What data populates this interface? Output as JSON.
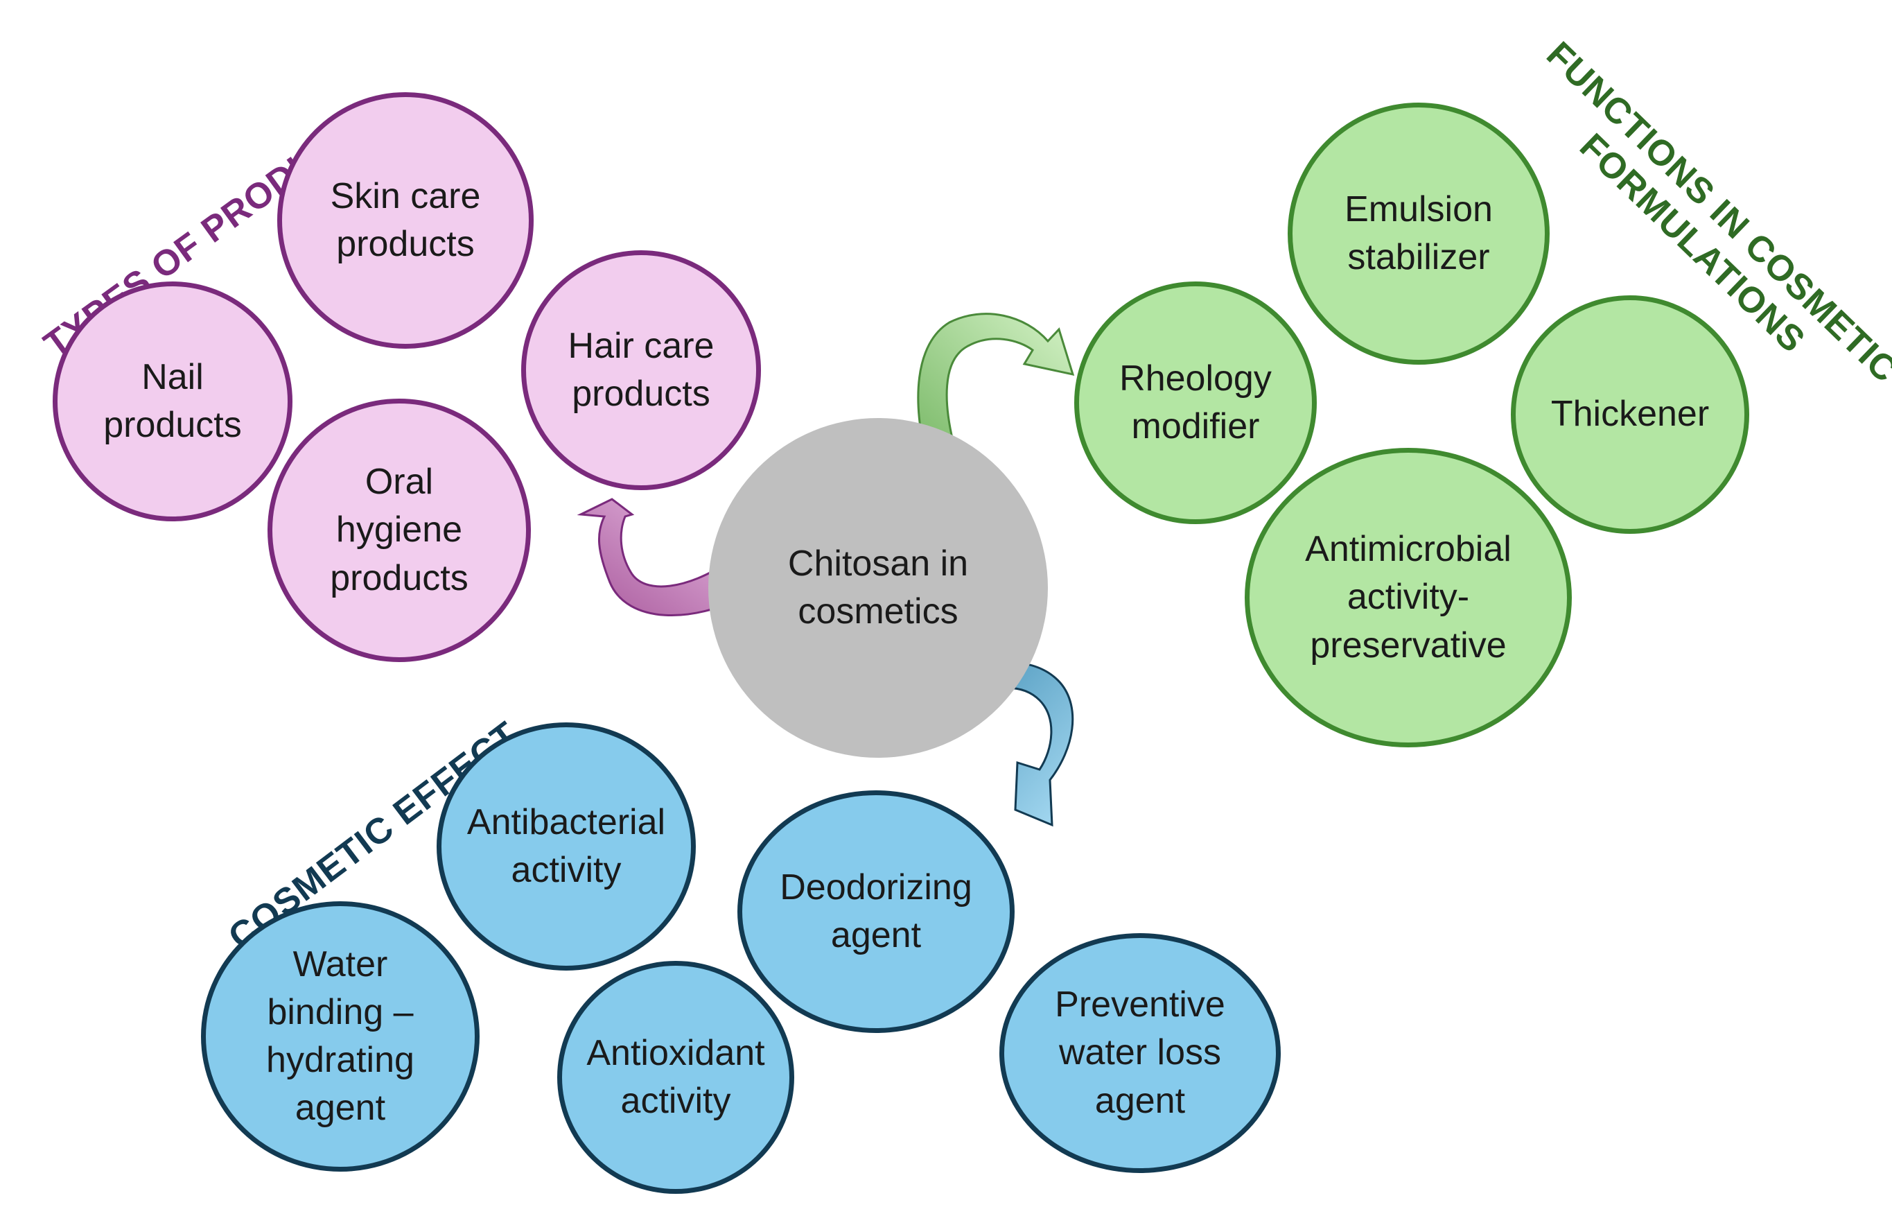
{
  "center": {
    "label_line1": "Chitosan in",
    "label_line2": "cosmetics"
  },
  "categories": {
    "types_of_products": "TYPES OF PRODUCTS",
    "functions_line1": "FUNCTIONS IN COSMETIC",
    "functions_line2": "FORMULATIONS",
    "cosmetic_effect": "COSMETIC EFFECT"
  },
  "products": {
    "skin_care": [
      "Skin care",
      "products"
    ],
    "nail": [
      "Nail",
      "products"
    ],
    "hair_care": [
      "Hair care",
      "products"
    ],
    "oral_hygiene": [
      "Oral",
      "hygiene",
      "products"
    ]
  },
  "functions": {
    "emulsion": [
      "Emulsion",
      "stabilizer"
    ],
    "rheology": [
      "Rheology",
      "modifier"
    ],
    "thickener": [
      "Thickener"
    ],
    "antimicrobial": [
      "Antimicrobial",
      "activity-",
      "preservative"
    ]
  },
  "effects": {
    "antibacterial": [
      "Antibacterial",
      "activity"
    ],
    "deodorizing": [
      "Deodorizing",
      "agent"
    ],
    "water_binding": [
      "Water",
      "binding –",
      "hydrating",
      "agent"
    ],
    "antioxidant": [
      "Antioxidant",
      "activity"
    ],
    "preventive": [
      "Preventive",
      "water loss",
      "agent"
    ]
  },
  "colors": {
    "products_fill": "#f2cdee",
    "products_border": "#7a2a7c",
    "functions_fill": "#b3e6a3",
    "functions_border": "#3f8a2f",
    "effects_fill": "#86cbec",
    "effects_border": "#123a52",
    "center_fill": "#bfbfbf"
  }
}
